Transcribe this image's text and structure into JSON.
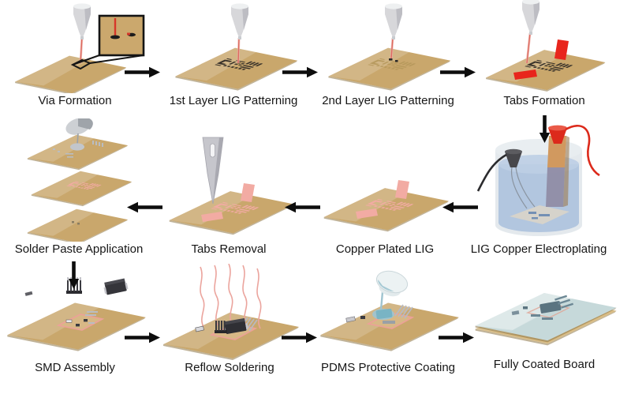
{
  "figure_type": "process-flow-diagram",
  "steps": [
    {
      "id": "via-formation",
      "label": "Via Formation"
    },
    {
      "id": "first-layer-lig-patterning",
      "label": "1st Layer LIG Patterning"
    },
    {
      "id": "second-layer-lig-patterning",
      "label": "2nd Layer LIG Patterning"
    },
    {
      "id": "tabs-formation",
      "label": "Tabs Formation"
    },
    {
      "id": "lig-copper-electroplating",
      "label": "LIG Copper Electroplating"
    },
    {
      "id": "copper-plated-lig",
      "label": "Copper Plated LIG"
    },
    {
      "id": "tabs-removal",
      "label": "Tabs Removal"
    },
    {
      "id": "solder-paste-application",
      "label": "Solder Paste Application"
    },
    {
      "id": "smd-assembly",
      "label": "SMD Assembly"
    },
    {
      "id": "reflow-soldering",
      "label": "Reflow Soldering"
    },
    {
      "id": "pdms-protective-coating",
      "label": "PDMS Protective Coating"
    },
    {
      "id": "fully-coated-board",
      "label": "Fully Coated Board"
    }
  ],
  "flow_order_note": "serpentine: row1 left-to-right, down, row2 right-to-left, down, row3 left-to-right",
  "colors": {
    "board_tan": "#c9a76c",
    "lig_dark": "#38322a",
    "copper_pink": "#f2aba3",
    "copper_faint": "#b4975a",
    "tab_red": "#e8251c",
    "laser_beam": "#dd6a5f",
    "arrow_black": "#0d0d0d",
    "liquid_blue": "#a9bfdc",
    "anode_copper": "#d1995f",
    "anode_submerged": "#8f8ba4",
    "wire_red": "#dc2a1b",
    "wire_black": "#2b2b2e",
    "metal_gray": "#c6c6cc",
    "pdms_blue": "#9fc4d0",
    "coated_top": "#c6d9da",
    "label_color": "#161616"
  }
}
